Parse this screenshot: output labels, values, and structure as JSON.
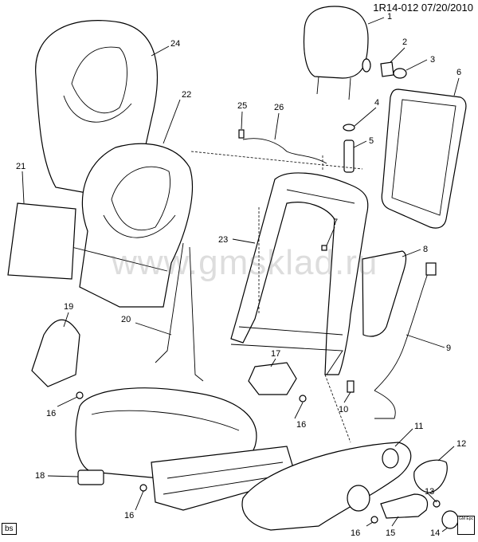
{
  "header": {
    "code": "1R14-012 07/20/2010"
  },
  "corner_tag": "bs",
  "watermark": "www.gmsklad.ru",
  "logo_text": "GM Epc",
  "callouts": [
    {
      "id": "c1",
      "label": "1"
    },
    {
      "id": "c2",
      "label": "2"
    },
    {
      "id": "c3",
      "label": "3"
    },
    {
      "id": "c4",
      "label": "4"
    },
    {
      "id": "c5",
      "label": "5"
    },
    {
      "id": "c6",
      "label": "6"
    },
    {
      "id": "c7",
      "label": "7"
    },
    {
      "id": "c8",
      "label": "8"
    },
    {
      "id": "c9",
      "label": "9"
    },
    {
      "id": "c10",
      "label": "10"
    },
    {
      "id": "c11",
      "label": "11"
    },
    {
      "id": "c12",
      "label": "12"
    },
    {
      "id": "c13",
      "label": "13"
    },
    {
      "id": "c14",
      "label": "14"
    },
    {
      "id": "c15",
      "label": "15"
    },
    {
      "id": "c16a",
      "label": "16"
    },
    {
      "id": "c16b",
      "label": "16"
    },
    {
      "id": "c16c",
      "label": "16"
    },
    {
      "id": "c16d",
      "label": "16"
    },
    {
      "id": "c17",
      "label": "17"
    },
    {
      "id": "c18",
      "label": "18"
    },
    {
      "id": "c19",
      "label": "19"
    },
    {
      "id": "c20",
      "label": "20"
    },
    {
      "id": "c21",
      "label": "21"
    },
    {
      "id": "c22",
      "label": "22"
    },
    {
      "id": "c23",
      "label": "23"
    },
    {
      "id": "c24",
      "label": "24"
    },
    {
      "id": "c25",
      "label": "25"
    },
    {
      "id": "c26",
      "label": "26"
    }
  ]
}
